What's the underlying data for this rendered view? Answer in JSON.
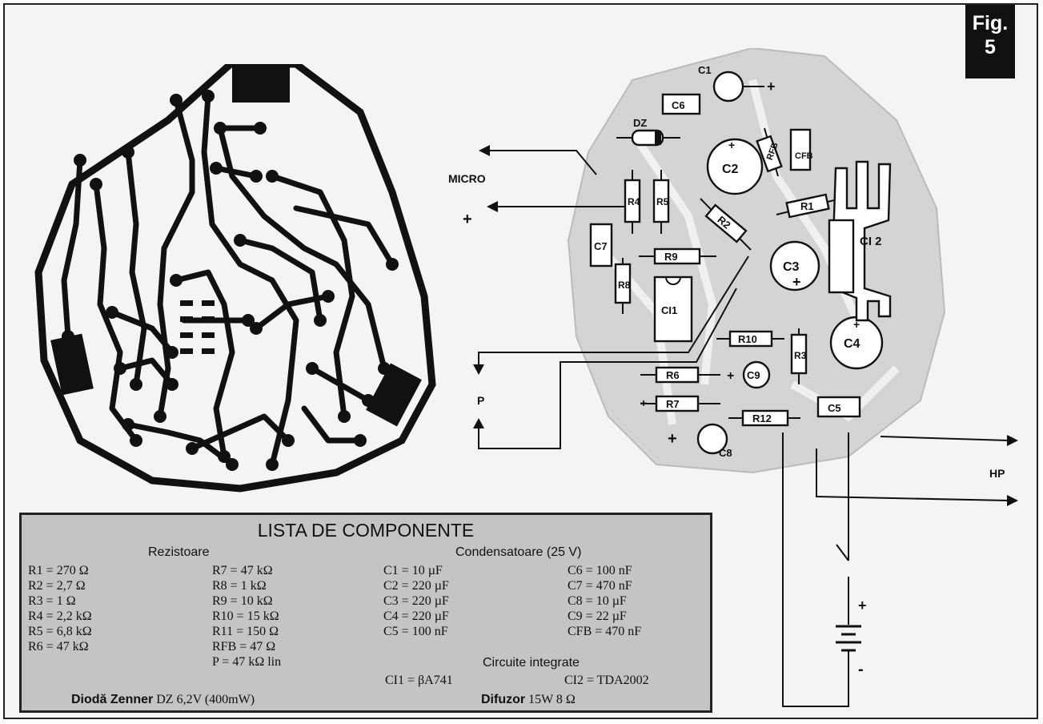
{
  "figure": {
    "badge_line1": "Fig.",
    "badge_line2": "5"
  },
  "labels": {
    "micro": "MICRO",
    "micro_plus": "+",
    "p": "P",
    "hp": "HP",
    "battery_plus": "+",
    "battery_minus": "-"
  },
  "components": {
    "c1": "C1",
    "c2": "C2",
    "c3": "C3",
    "c4": "C4",
    "c5": "C5",
    "c6": "C6",
    "c7": "C7",
    "c8": "C8",
    "c9": "C9",
    "cfb": "CFB",
    "dz": "DZ",
    "r1": "R1",
    "r2": "R2",
    "r3": "R3",
    "r4": "R4",
    "r5": "R5",
    "r6": "R6",
    "r7": "R7",
    "r8": "R8",
    "r9": "R9",
    "r10": "R10",
    "r12": "R12",
    "rfb": "RFB",
    "ci1": "CI1",
    "ci2": "CI 2"
  },
  "parts_list": {
    "title": "LISTA DE COMPONENTE",
    "resistors_header": "Rezistoare",
    "resistors_col1": [
      "R1 = 270 Ω",
      "R2 = 2,7 Ω",
      "R3 = 1 Ω",
      "R4 = 2,2 kΩ",
      "R5 = 6,8 kΩ",
      "R6 = 47 kΩ"
    ],
    "resistors_col2": [
      "R7 = 47 kΩ",
      "R8 = 1 kΩ",
      "R9 = 10 kΩ",
      "R10 = 15 kΩ",
      "R11 = 150 Ω",
      "RFB = 47 Ω",
      "P = 47 kΩ lin"
    ],
    "capacitors_header": "Condensatoare (25 V)",
    "capacitors_col1": [
      "C1 = 10 µF",
      "C2 = 220 µF",
      "C3 = 220 µF",
      "C4 = 220 µF",
      "C5 = 100 nF"
    ],
    "capacitors_col2": [
      "C6 = 100 nF",
      "C7 = 470 nF",
      "C8 = 10 µF",
      "C9 = 22 µF",
      "CFB = 470 nF"
    ],
    "ic_header": "Circuite integrate",
    "ic1": "CI1 = βA741",
    "ic2": "CI2 = TDA2002",
    "diode_label": "Diodă Zenner",
    "diode_value": "DZ 6,2V (400mW)",
    "speaker_label": "Difuzor",
    "speaker_value": "15W 8 Ω"
  }
}
